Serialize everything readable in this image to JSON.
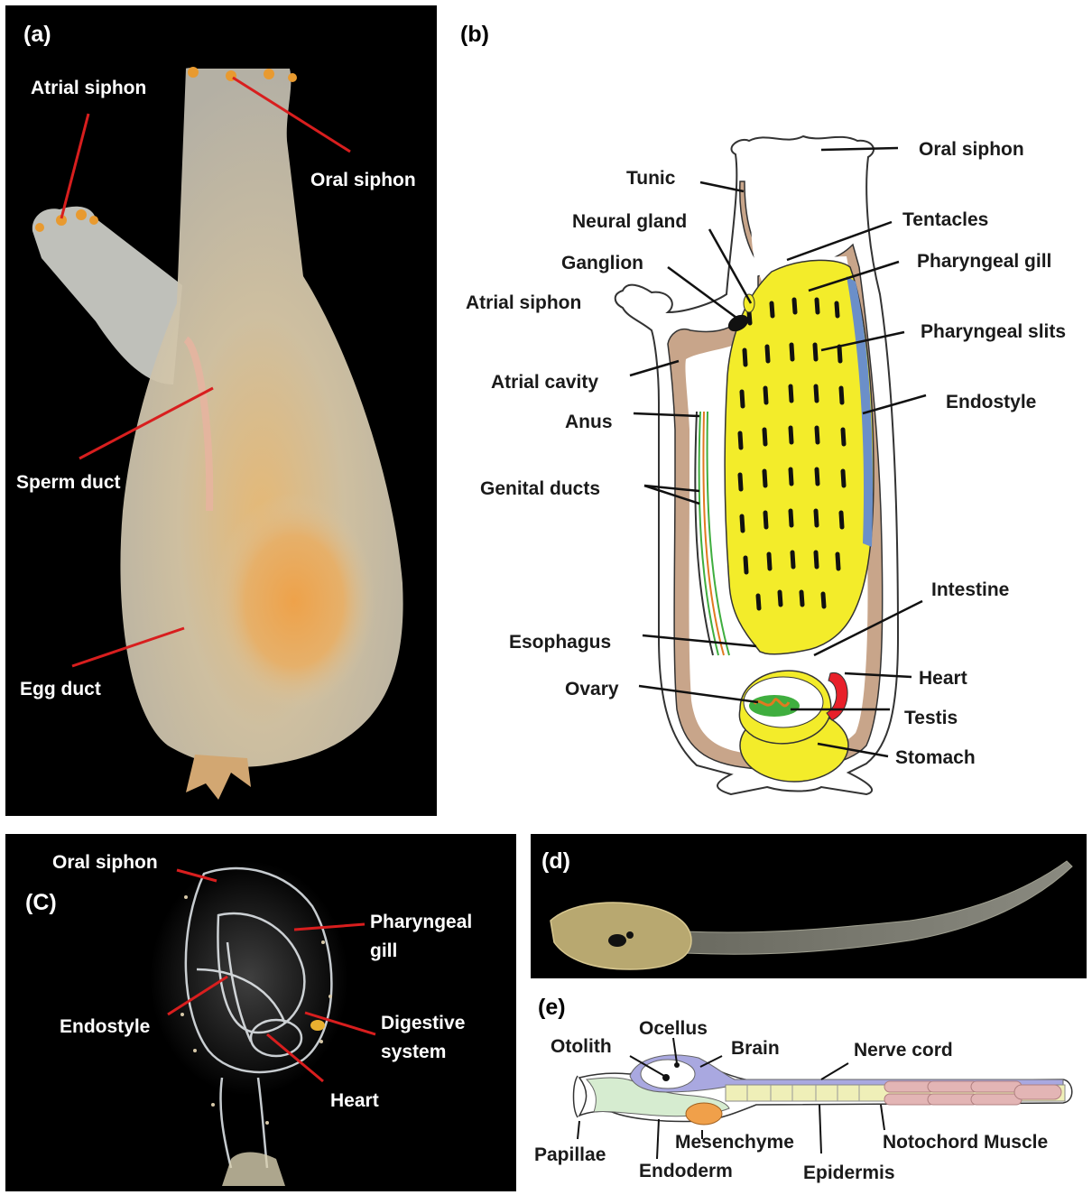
{
  "panels": {
    "a": {
      "letter": "(a)",
      "labels": {
        "atrial_siphon": "Atrial siphon",
        "oral_siphon": "Oral siphon",
        "sperm_duct": "Sperm duct",
        "egg_duct": "Egg duct"
      }
    },
    "b": {
      "letter": "(b)",
      "labels": {
        "oral_siphon": "Oral siphon",
        "tunic": "Tunic",
        "neural_gland": "Neural gland",
        "tentacles": "Tentacles",
        "ganglion": "Ganglion",
        "pharyngeal_gill": "Pharyngeal gill",
        "atrial_siphon": "Atrial siphon",
        "pharyngeal_slits": "Pharyngeal slits",
        "atrial_cavity": "Atrial cavity",
        "endostyle": "Endostyle",
        "anus": "Anus",
        "genital_ducts": "Genital ducts",
        "intestine": "Intestine",
        "esophagus": "Esophagus",
        "heart": "Heart",
        "ovary": "Ovary",
        "testis": "Testis",
        "stomach": "Stomach"
      }
    },
    "c": {
      "letter": "(C)",
      "labels": {
        "oral_siphon": "Oral siphon",
        "pharyngeal_gill_1": "Pharyngeal",
        "pharyngeal_gill_2": "gill",
        "endostyle": "Endostyle",
        "digestive_1": "Digestive",
        "digestive_2": "system",
        "heart": "Heart"
      }
    },
    "d": {
      "letter": "(d)"
    },
    "e": {
      "letter": "(e)",
      "labels": {
        "ocellus": "Ocellus",
        "otolith": "Otolith",
        "brain": "Brain",
        "nerve_cord": "Nerve cord",
        "mesenchyme": "Mesenchyme",
        "notochord_muscle": "Notochord Muscle",
        "papillae": "Papillae",
        "endoderm": "Endoderm",
        "epidermis": "Epidermis"
      }
    }
  },
  "colors": {
    "photo_bg": "#000000",
    "tunic": "#c8a58a",
    "pharynx": "#f3ec2a",
    "endostyle": "#6b8fc9",
    "heart": "#e8202a",
    "ovary": "#3fae3f",
    "leader_red": "#d81e1e",
    "brain": "#a9a8e0",
    "mesenchyme": "#f0a04a",
    "notochord": "#efefb8",
    "muscle": "#e3b5b5",
    "endoderm": "#d6ecd0"
  }
}
